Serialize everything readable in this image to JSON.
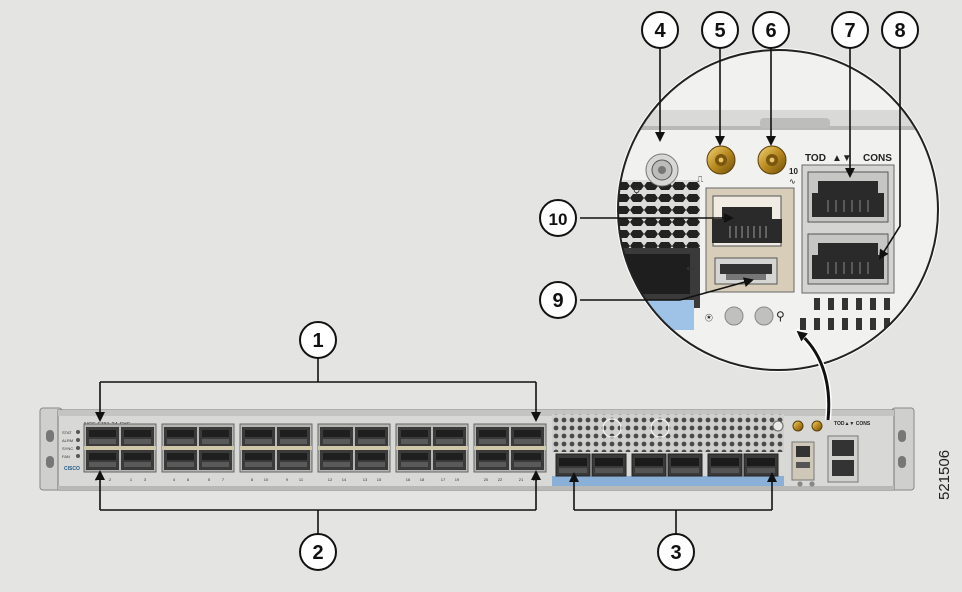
{
  "callouts": [
    {
      "id": "callout-1",
      "label": "1"
    },
    {
      "id": "callout-2",
      "label": "2"
    },
    {
      "id": "callout-3",
      "label": "3"
    },
    {
      "id": "callout-4",
      "label": "4"
    },
    {
      "id": "callout-5",
      "label": "5"
    },
    {
      "id": "callout-6",
      "label": "6"
    },
    {
      "id": "callout-7",
      "label": "7"
    },
    {
      "id": "callout-8",
      "label": "8"
    },
    {
      "id": "callout-9",
      "label": "9"
    },
    {
      "id": "callout-10",
      "label": "10"
    }
  ],
  "figure_number": "521506",
  "chassis": {
    "model_label": "NCS-5781-24-SYS",
    "led_labels": [
      "STAT",
      "ALRM",
      "SYNC",
      "FAN"
    ],
    "brand": "CISCO",
    "port_numbers": [
      "0",
      "1",
      "2",
      "3",
      "4",
      "5",
      "6",
      "7",
      "8",
      "9",
      "10",
      "11",
      "12",
      "13",
      "14",
      "15",
      "16",
      "17",
      "18",
      "19",
      "20",
      "21",
      "22",
      "23"
    ]
  },
  "zoom_panel": {
    "tod_label": "TOD",
    "cons_label": "CONS",
    "ten_mhz_label": "10"
  },
  "colors": {
    "background": "#e4e4e2",
    "chassis_face": "#d6d6d4",
    "port_dark": "#3a3a3a",
    "blue_strip": "#8ab0d8",
    "gold_connector": "#c9a030",
    "callout_stroke": "#111111"
  }
}
